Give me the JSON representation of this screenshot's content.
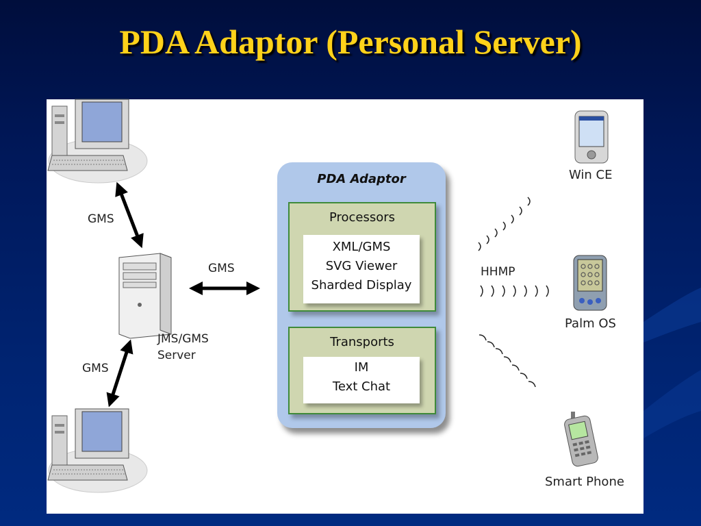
{
  "slide": {
    "title": "PDA Adaptor (Personal Server)"
  },
  "diagram": {
    "adaptor": {
      "title": "PDA Adaptor",
      "processors": {
        "title": "Processors",
        "items": [
          "XML/GMS",
          "SVG Viewer",
          "Sharded Display"
        ]
      },
      "transports": {
        "title": "Transports",
        "items": [
          "IM",
          "Text Chat"
        ]
      }
    },
    "server": {
      "label_line1": "JMS/GMS",
      "label_line2": "Server"
    },
    "links": {
      "top_client": "GMS",
      "adaptor": "GMS",
      "bottom_client": "GMS",
      "wireless": "HHMP"
    },
    "devices": {
      "win_ce": "Win CE",
      "palm_os": "Palm OS",
      "smart_phone": "Smart Phone"
    }
  },
  "colors": {
    "title": "#ffd21a",
    "adaptor_bg": "#b0c8ea",
    "box_bg": "#cfd6b0",
    "box_border": "#3f8a3a"
  }
}
